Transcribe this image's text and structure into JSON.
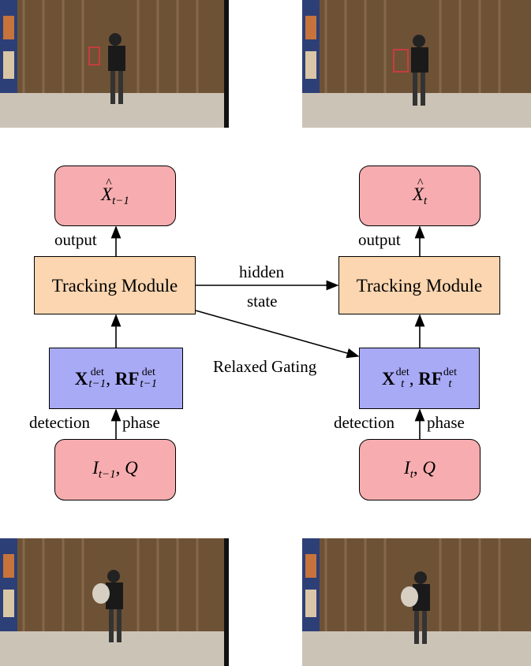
{
  "diagram": {
    "left": {
      "output_node": {
        "base": "X",
        "sub": "t−1"
      },
      "output_label": "output",
      "tracking_module": "Tracking Module",
      "det_node": {
        "x": "X",
        "rf": "RF",
        "sup": "det",
        "sub": "t−1"
      },
      "detection_label": "detection",
      "phase_label": "phase",
      "input_node": {
        "base": "I",
        "sub": "t−1",
        "rest": "Q"
      }
    },
    "right": {
      "output_node": {
        "base": "X",
        "sub": "t"
      },
      "output_label": "output",
      "tracking_module": "Tracking Module",
      "det_node": {
        "x": "X",
        "rf": "RF",
        "sup": "det",
        "sub": "t"
      },
      "detection_label": "detection",
      "phase_label": "phase",
      "input_node": {
        "base": "I",
        "sub": "t",
        "rest": "Q"
      }
    },
    "hidden_label": "hidden",
    "state_label": "state",
    "relaxed_gating_label": "Relaxed Gating"
  },
  "colors": {
    "pink_node": "#f7adaf",
    "orange_node": "#fcd6b0",
    "blue_node": "#a9aaf6",
    "detection_box": "#e0383e"
  }
}
